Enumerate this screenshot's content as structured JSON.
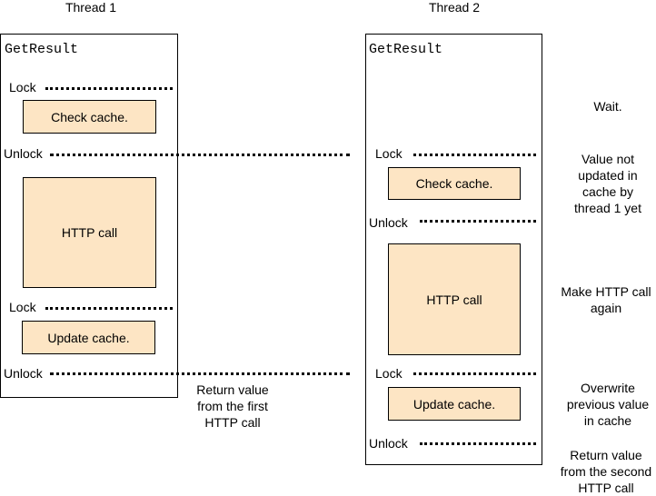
{
  "thread1": {
    "title": "Thread 1",
    "method": "GetResult",
    "lock1": "Lock",
    "check_cache": "Check cache.",
    "unlock1": "Unlock",
    "http_call": "HTTP call",
    "lock2": "Lock",
    "update_cache": "Update cache.",
    "unlock2": "Unlock"
  },
  "thread2": {
    "title": "Thread 2",
    "method": "GetResult",
    "lock1": "Lock",
    "check_cache": "Check cache.",
    "unlock1": "Unlock",
    "http_call": "HTTP call",
    "lock2": "Lock",
    "update_cache": "Update cache.",
    "unlock2": "Unlock"
  },
  "notes": {
    "return_first": [
      "Return value",
      "from the first",
      "HTTP call"
    ],
    "wait": "Wait.",
    "not_updated": [
      "Value not",
      "updated in",
      "cache by",
      "thread 1 yet"
    ],
    "make_again": [
      "Make HTTP call",
      "again"
    ],
    "overwrite": [
      "Overwrite",
      "previous value",
      "in cache"
    ],
    "return_second": [
      "Return value",
      "from the second",
      "HTTP call"
    ]
  },
  "colors": {
    "box_fill": "#fde5c4"
  }
}
